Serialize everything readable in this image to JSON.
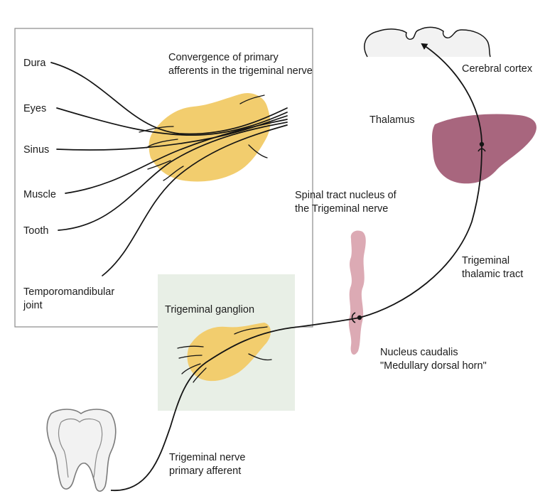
{
  "colors": {
    "ganglion_fill": "#f2cd6e",
    "ganglion_stroke": "#c9a24a",
    "thalamus_fill": "#a8667e",
    "nucleus_fill": "#dcaab4",
    "cortex_fill": "#f2f2f2",
    "ganglion_box_fill": "#e8efe6",
    "panel_border": "#8a8a8a",
    "line": "#141414"
  },
  "icons": {
    "tooth": "tooth-icon",
    "cortex": "cerebral-cortex-outline",
    "thalamus": "thalamus-shape",
    "nucleus": "spinal-nucleus-shape",
    "ganglion": "ganglion-shape"
  },
  "inset": {
    "title_line1": "Convergence of primary",
    "title_line2": "afferents in the trigeminal nerve",
    "sources": [
      {
        "label": "Dura"
      },
      {
        "label": "Eyes"
      },
      {
        "label": "Sinus"
      },
      {
        "label": "Muscle"
      },
      {
        "label": "Tooth"
      },
      {
        "label_line1": "Temporomandibular",
        "label_line2": "joint"
      }
    ]
  },
  "labels": {
    "cerebral_cortex": "Cerebral cortex",
    "thalamus": "Thalamus",
    "spinal_tract_line1": "Spinal tract nucleus of",
    "spinal_tract_line2": "the Trigeminal nerve",
    "trigeminal_thalamic_line1": "Trigeminal",
    "trigeminal_thalamic_line2": "thalamic tract",
    "trigeminal_ganglion": "Trigeminal ganglion",
    "nucleus_caudalis_line1": "Nucleus caudalis",
    "nucleus_caudalis_line2": "\"Medullary dorsal horn\"",
    "primary_afferent_line1": "Trigeminal nerve",
    "primary_afferent_line2": "primary afferent"
  }
}
